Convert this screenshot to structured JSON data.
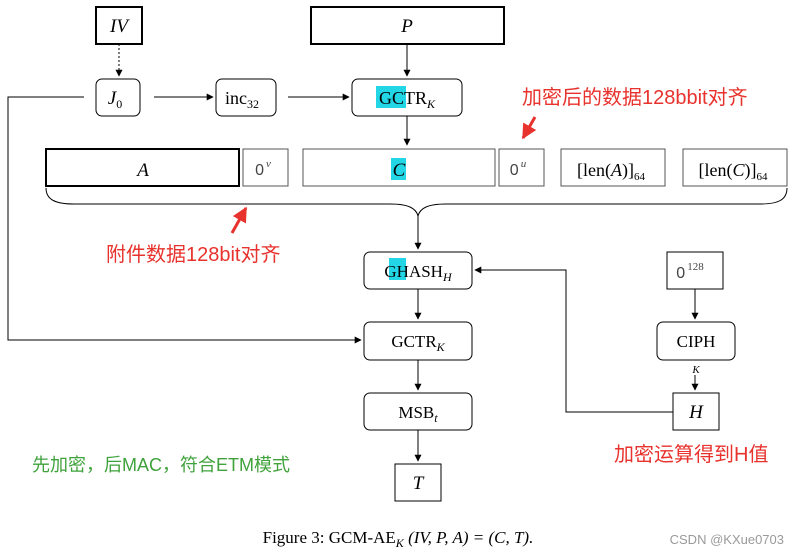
{
  "diagram": {
    "iv": "IV",
    "p": "P",
    "j0_main": "J",
    "j0_sub": "0",
    "inc_main": "inc",
    "inc_sub": "32",
    "gctr_top_hl": "GC",
    "gctr_top_rest": "TR",
    "gctr_top_sub": "K",
    "a": "A",
    "zero_v_main": "0",
    "zero_v_sup": "v",
    "c": "C",
    "zero_u_main": "0",
    "zero_u_sup": "u",
    "len_a_pre": "[len(",
    "len_a_var": "A",
    "len_a_post": ")]",
    "len_a_sub": "64",
    "len_c_pre": "[len(",
    "len_c_var": "C",
    "len_c_post": ")]",
    "len_c_sub": "64",
    "ghash_g": "G",
    "ghash_h": "H",
    "ghash_rest": "ASH",
    "ghash_sub": "H",
    "zero128_main": "0",
    "zero128_sup": "128",
    "gctr_mid_main": "GCTR",
    "gctr_mid_sub": "K",
    "ciph": "CIPH",
    "ciph_k": "K",
    "msb_main": "MSB",
    "msb_sub": "t",
    "h": "H",
    "t": "T",
    "caption": "Figure 3:  GCM-AE",
    "caption_sub": "K",
    "caption_tail": " (IV, P, A) = (C, T)."
  },
  "notes": {
    "encrypted_align": "加密后的数据128bbit对齐",
    "aad_align": "附件数据128bit对齐",
    "h_calc": "加密运算得到H值",
    "etm": "先加密，后MAC，符合ETM模式"
  },
  "watermark": "CSDN @KXue0703",
  "colors": {
    "highlight": "#22d6e6",
    "note_red": "#e8322d",
    "note_green": "#3fa23b"
  }
}
